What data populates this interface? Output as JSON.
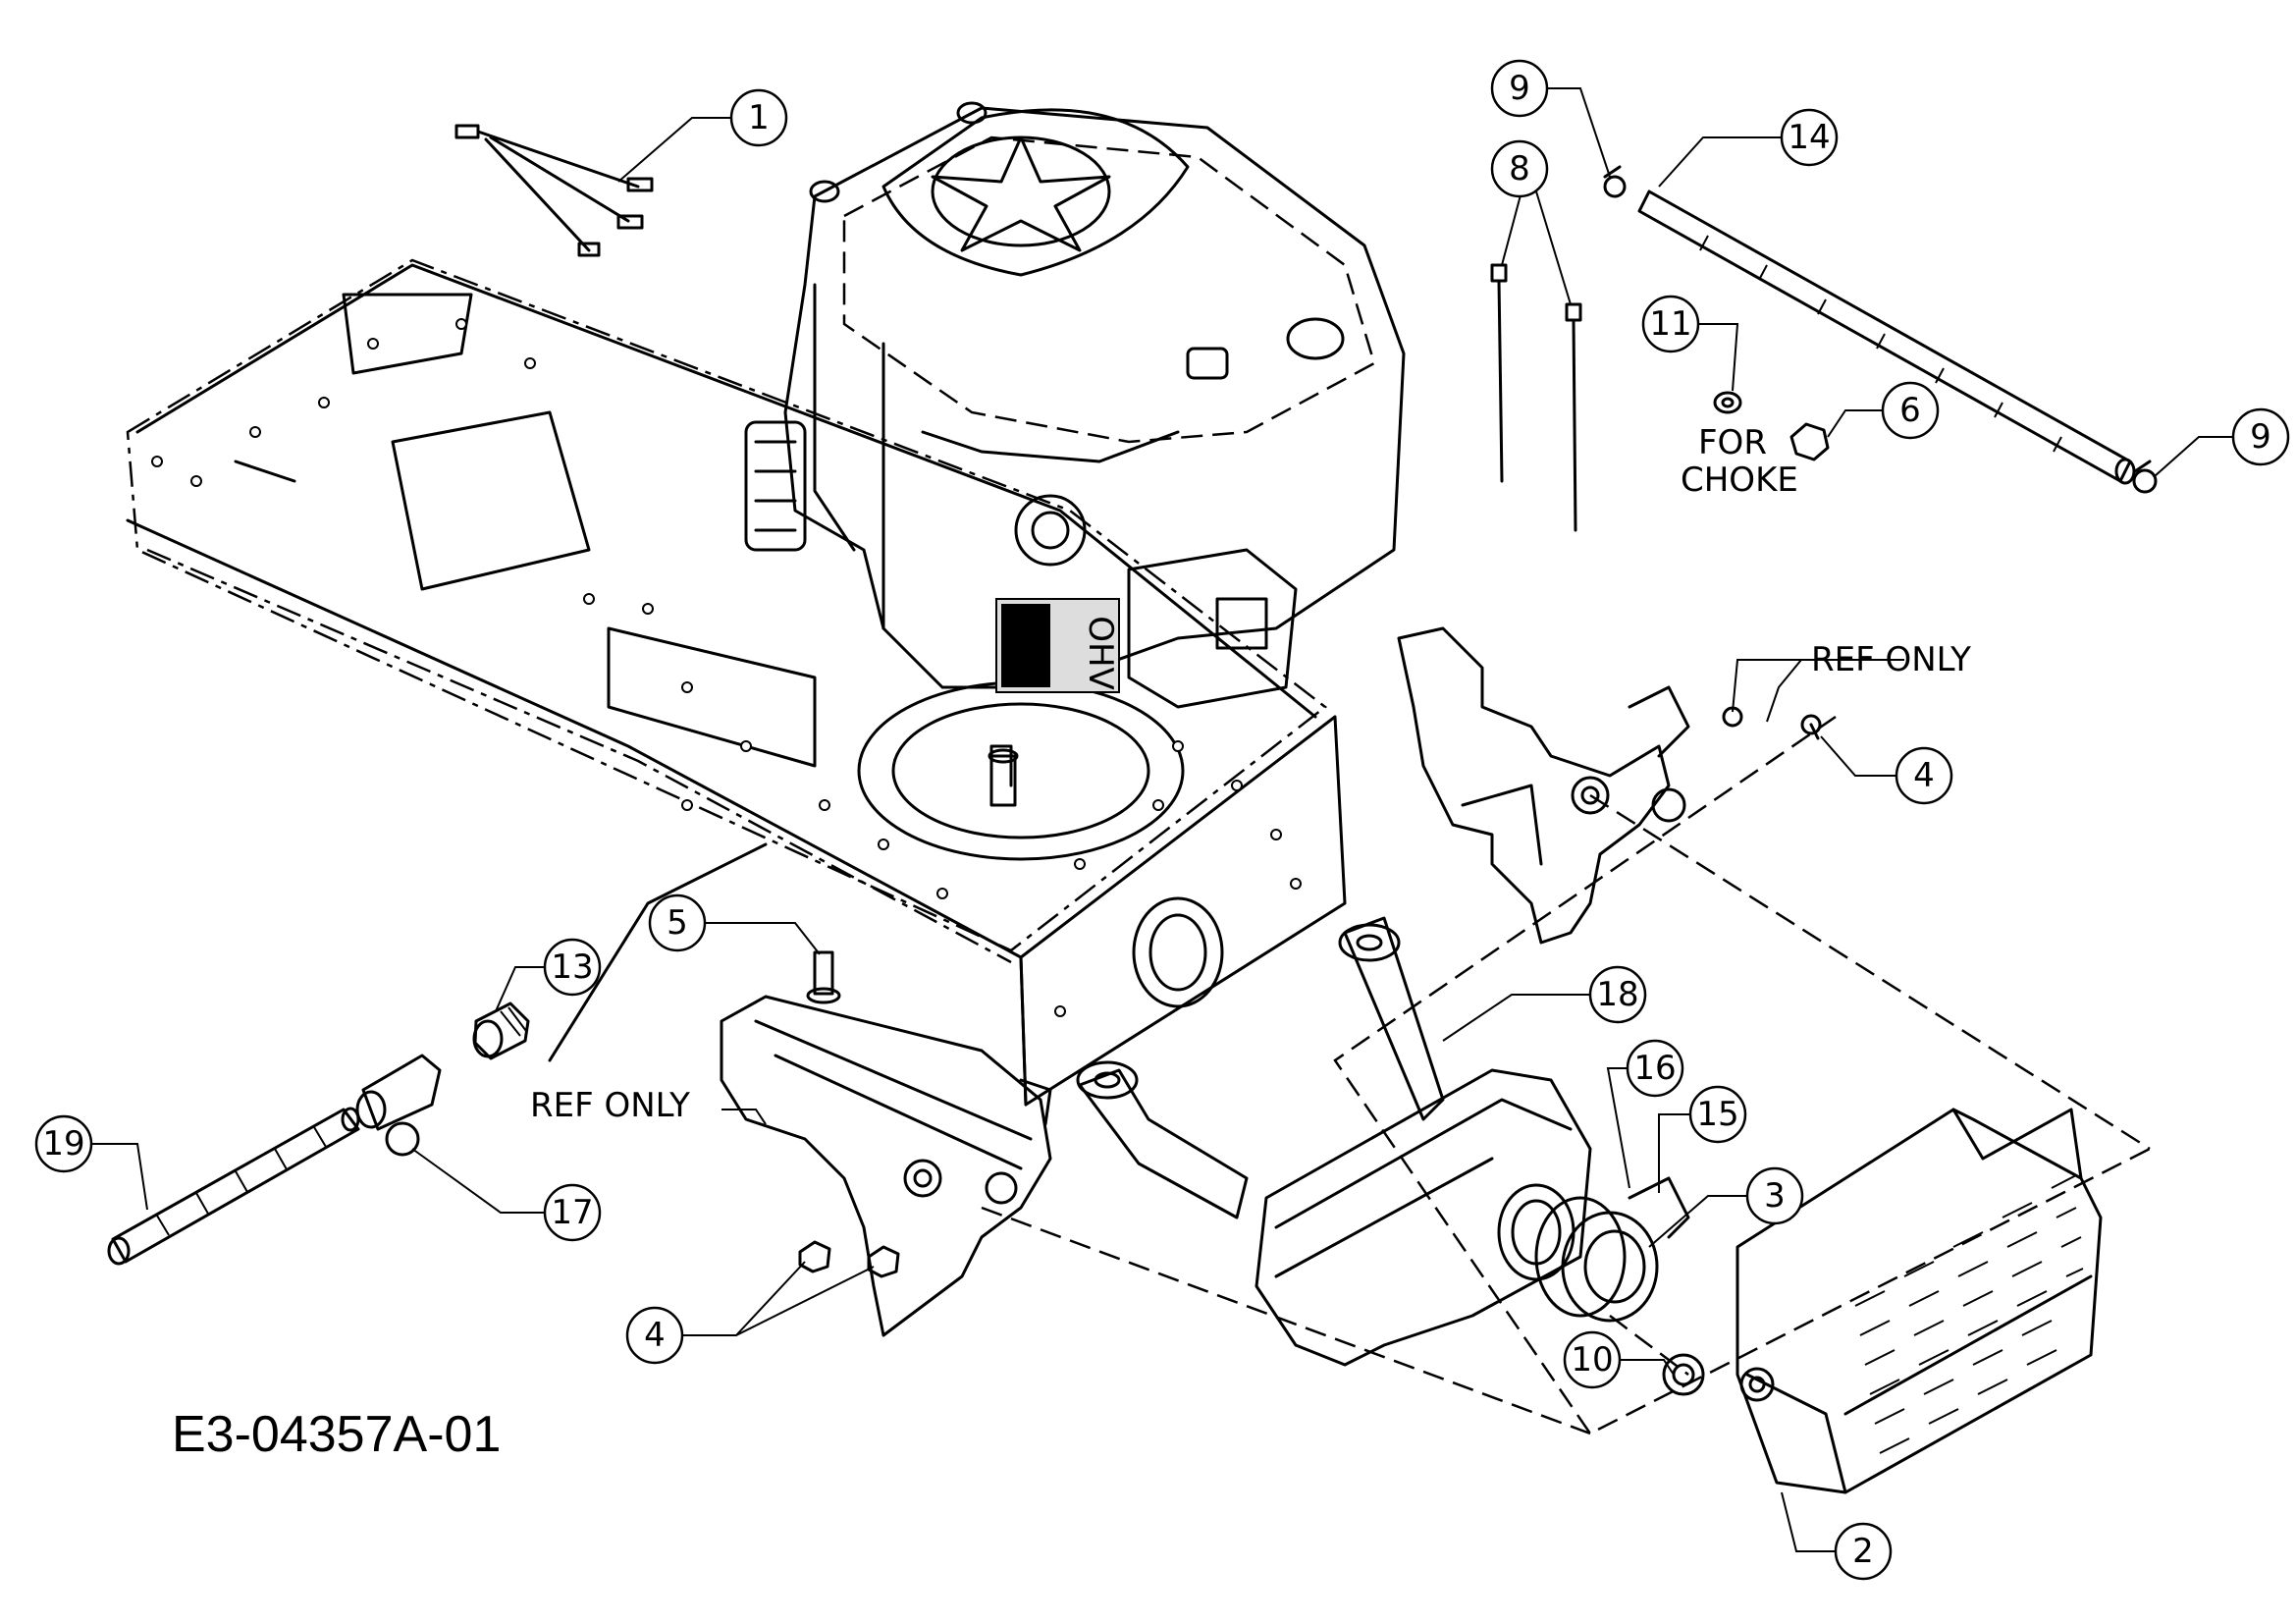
{
  "drawing_number": "E3-04357A-01",
  "notes": {
    "ref_only_left": "REF ONLY",
    "ref_only_right": "REF ONLY",
    "for_choke_line1": "FOR",
    "for_choke_line2": "CHOKE"
  },
  "callouts": [
    {
      "id": "c1",
      "label": "1"
    },
    {
      "id": "c9a",
      "label": "9"
    },
    {
      "id": "c14",
      "label": "14"
    },
    {
      "id": "c8",
      "label": "8"
    },
    {
      "id": "c11",
      "label": "11"
    },
    {
      "id": "c6",
      "label": "6"
    },
    {
      "id": "c9b",
      "label": "9"
    },
    {
      "id": "c4a",
      "label": "4"
    },
    {
      "id": "c5",
      "label": "5"
    },
    {
      "id": "c13",
      "label": "13"
    },
    {
      "id": "c18",
      "label": "18"
    },
    {
      "id": "c16",
      "label": "16"
    },
    {
      "id": "c15",
      "label": "15"
    },
    {
      "id": "c3",
      "label": "3"
    },
    {
      "id": "c19",
      "label": "19"
    },
    {
      "id": "c17",
      "label": "17"
    },
    {
      "id": "c4b",
      "label": "4"
    },
    {
      "id": "c10",
      "label": "10"
    },
    {
      "id": "c2",
      "label": "2"
    }
  ],
  "engine_decal": "OHV"
}
